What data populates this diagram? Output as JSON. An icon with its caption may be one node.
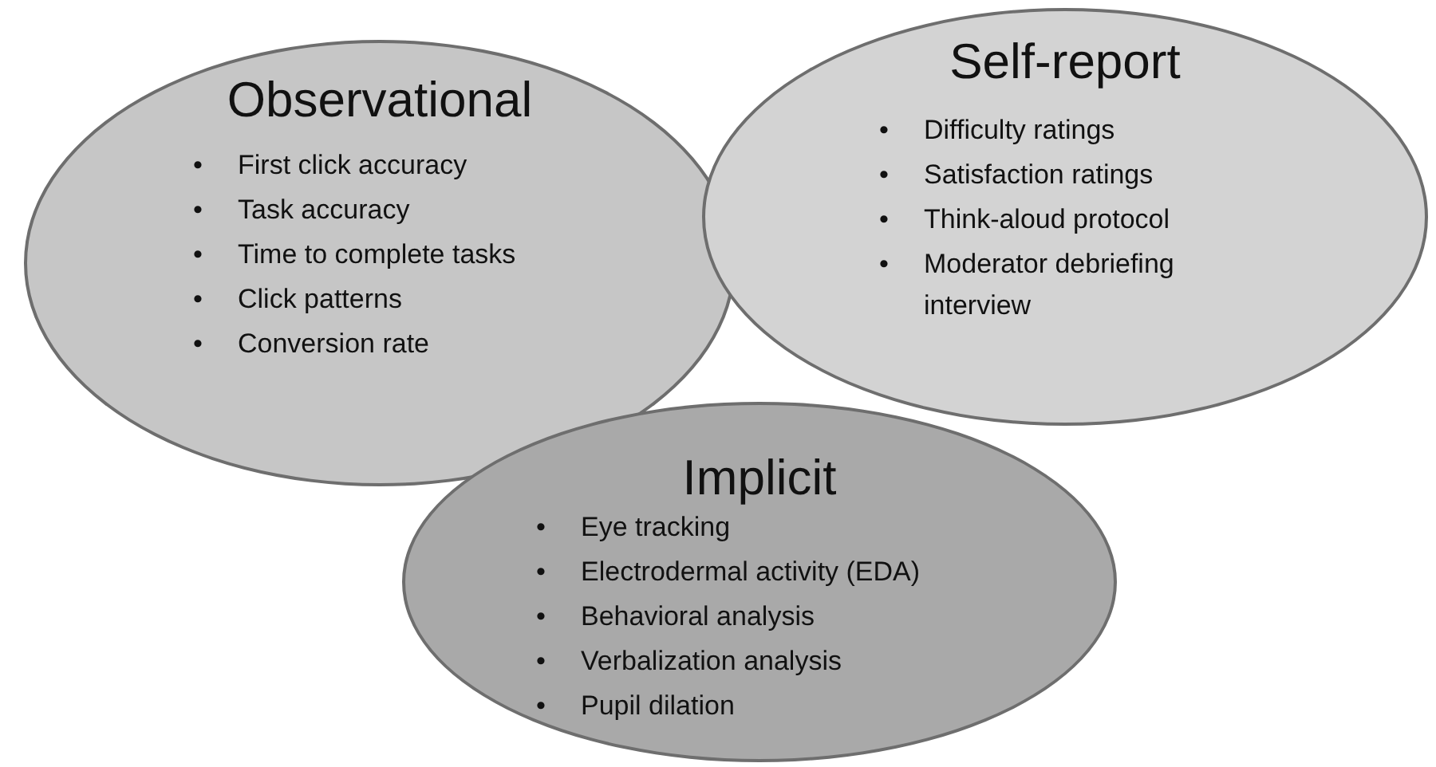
{
  "diagram": {
    "nodes": [
      {
        "text": [
          "Observational",
          "• First click accuracy",
          "• Task accuracy",
          "• Time to complete tasks",
          "• Click patterns",
          "• Conversion rate"
        ]
      },
      {
        "text": [
          "Self-report",
          "• Difficulty ratings",
          "• Satisfaction ratings",
          "• Think-aloud protocol",
          "• Moderator debriefing interview"
        ]
      },
      {
        "text": [
          "Implicit",
          "• Eye tracking",
          "• Electrodermal activity (EDA)",
          "• Behavioral analysis",
          "• Verbalization analysis",
          "• Pupil dilation"
        ]
      }
    ]
  }
}
